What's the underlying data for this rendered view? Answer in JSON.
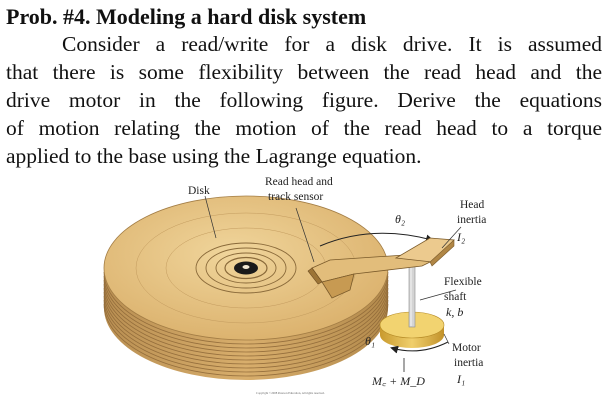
{
  "problem": {
    "title": "Prob. #4. Modeling a hard disk system",
    "lines": [
      "Consider a read/write for a disk drive. It is assumed",
      "that there is some flexibility between the read head and the",
      "drive motor in the following figure. Derive the equations",
      "of motion relating the motion of the read head to a torque",
      "applied to the base using the Lagrange equation."
    ]
  },
  "figure": {
    "labels": {
      "disk": "Disk",
      "read_head_1": "Read head and",
      "read_head_2": "track sensor",
      "head_inertia_1": "Head",
      "head_inertia_2": "inertia",
      "head_inertia_sym": "I₂",
      "theta2": "θ₂",
      "flexible_1": "Flexible",
      "flexible_2": "shaft",
      "flexible_sym": "k, b",
      "theta1": "θ₁",
      "motor_1": "Motor",
      "motor_2": "inertia",
      "motor_sym": "I₁",
      "torques": "M꜀ + M_D"
    },
    "copyright": "Copyright ©2008 Pearson Education, All rights reserved.",
    "colors": {
      "disk_top": "#e8c583",
      "disk_side": "#c9a064",
      "rings": "#8a6a3a",
      "spindle": "#1a1a1a",
      "arm": "#e2bd7b",
      "motor": "#e0b84e",
      "shaft": "#cfcfcf"
    }
  }
}
